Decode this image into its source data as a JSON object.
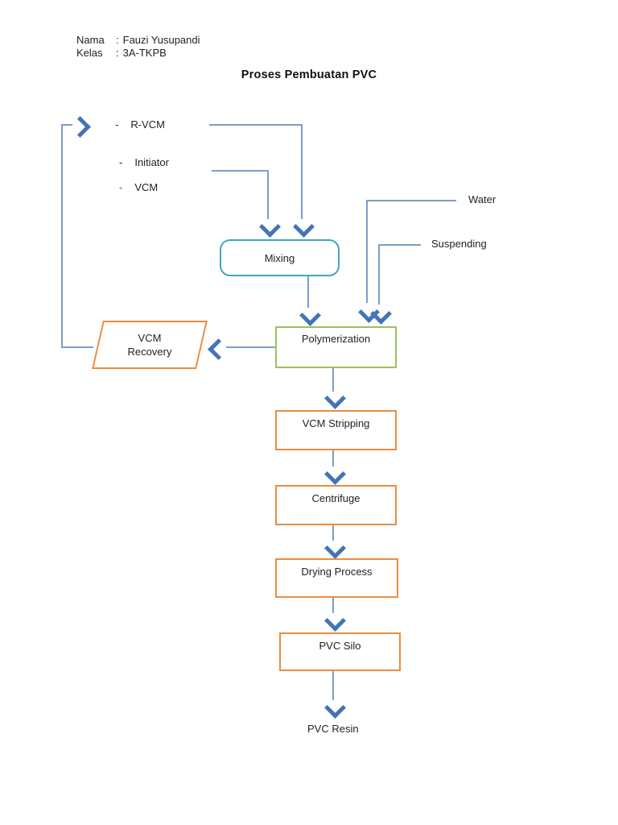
{
  "header": {
    "rows": [
      {
        "label": "Nama",
        "colon": ":",
        "value": "Fauzi Yusupandi"
      },
      {
        "label": "Kelas",
        "colon": ":",
        "value": "3A-TKPB"
      }
    ],
    "title": "Proses Pembuatan PVC"
  },
  "inputs": [
    {
      "dash": "-",
      "label": "R-VCM"
    },
    {
      "dash": "-",
      "label": "Initiator"
    },
    {
      "dash": "-",
      "label": "VCM"
    }
  ],
  "side_labels": {
    "water": "Water",
    "suspending": "Suspending"
  },
  "nodes": {
    "mixing": "Mixing",
    "polymerization": "Polymerization",
    "vcm_recovery_line1": "VCM",
    "vcm_recovery_line2": "Recovery",
    "vcm_stripping": "VCM Stripping",
    "centrifuge": "Centrifuge",
    "drying_process": "Drying Process",
    "pvc_silo": "PVC Silo"
  },
  "output_label": "PVC Resin",
  "colors": {
    "box_orange": "#ec8c3f",
    "box_green": "#9cc15c",
    "box_teal": "#3ea7c1",
    "connector_blue": "#7d9dc8",
    "arrowhead_blue": "#4274b6"
  }
}
